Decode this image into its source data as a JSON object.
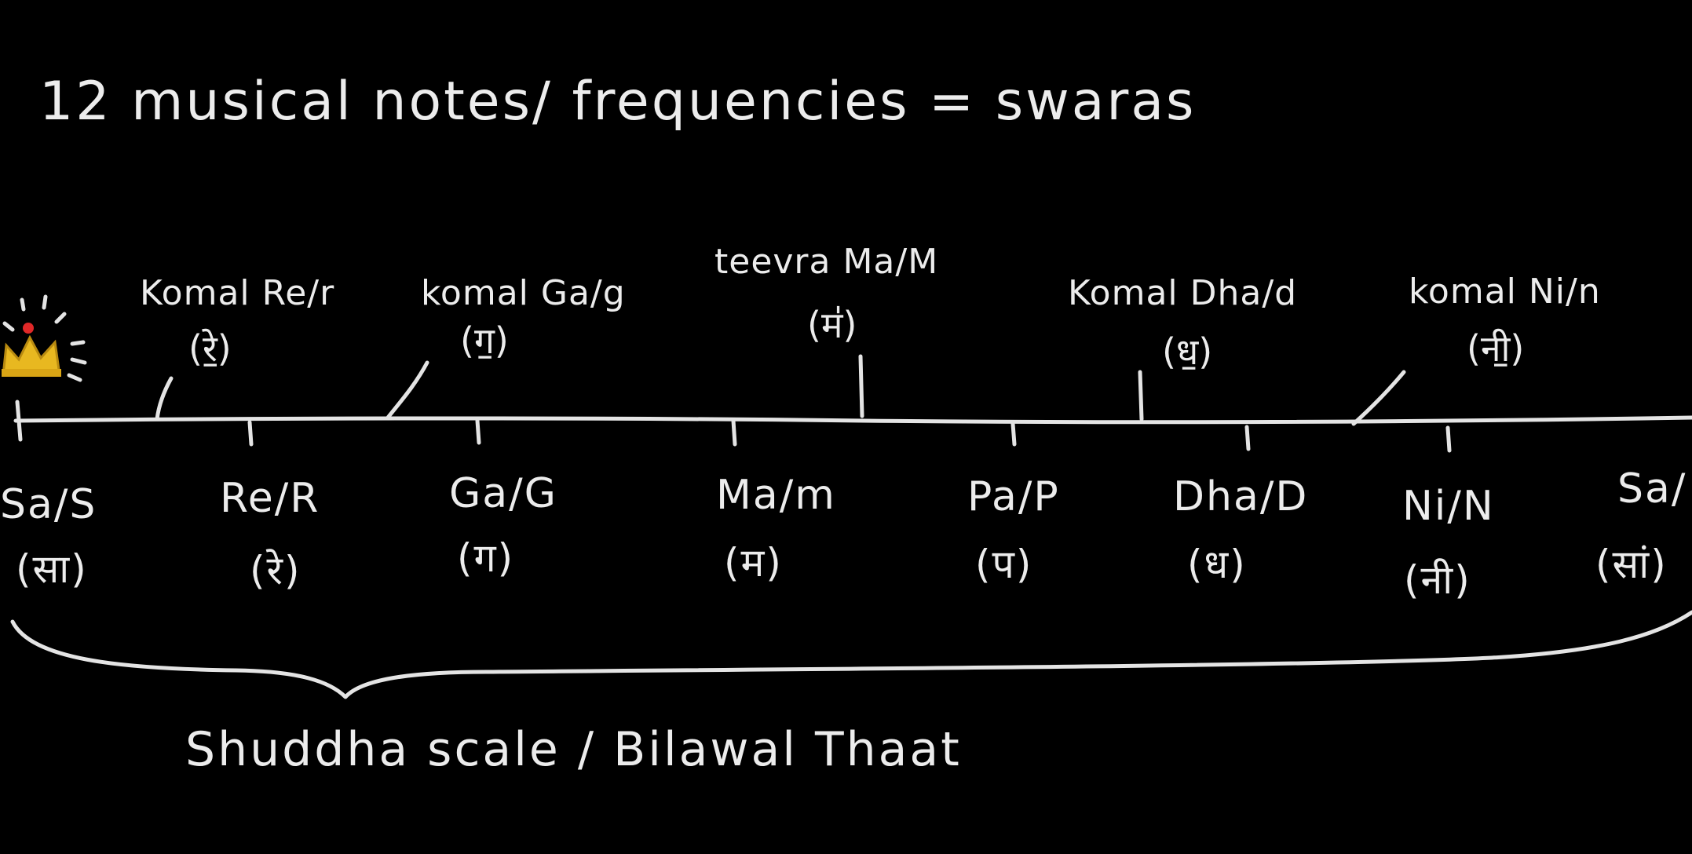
{
  "title": "12 musical notes/ frequencies = swaras",
  "shuddha_notes": [
    {
      "name": "Sa/S",
      "devanagari": "(सा)"
    },
    {
      "name": "Re/R",
      "devanagari": "(रे)"
    },
    {
      "name": "Ga/G",
      "devanagari": "(ग)"
    },
    {
      "name": "Ma/m",
      "devanagari": "(म)"
    },
    {
      "name": "Pa/P",
      "devanagari": "(प)"
    },
    {
      "name": "Dha/D",
      "devanagari": "(ध)"
    },
    {
      "name": "Ni/N",
      "devanagari": "(नी)"
    },
    {
      "name": "Sa/",
      "devanagari": "(सां)"
    }
  ],
  "variant_notes": [
    {
      "name": "Komal Re/r",
      "devanagari": "(रे॒)"
    },
    {
      "name": "komal Ga/g",
      "devanagari": "(ग॒)"
    },
    {
      "name": "teevra Ma/M",
      "devanagari": "(म॑)"
    },
    {
      "name": "Komal Dha/d",
      "devanagari": "(ध॒)"
    },
    {
      "name": "komal Ni/n",
      "devanagari": "(नी॒)"
    }
  ],
  "caption": "Shuddha scale / Bilawal Thaat",
  "icons": {
    "sa": "crown-icon"
  },
  "colors": {
    "background": "#000000",
    "chalk": "#ececec",
    "crown": "#e8b820",
    "crown_jewel": "#e02828"
  }
}
